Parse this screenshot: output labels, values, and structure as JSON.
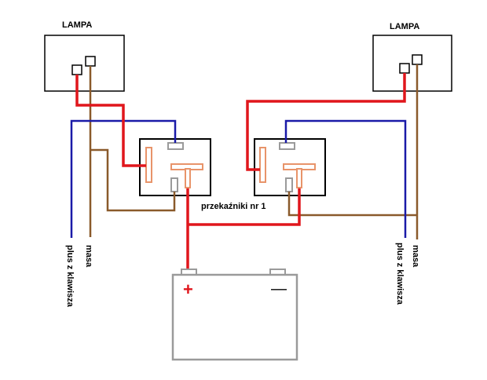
{
  "labels": {
    "lamp_left": "LAMPA",
    "lamp_right": "LAMPA",
    "relays": "przekaźniki nr 1",
    "plus_left": "plus z klawisza",
    "masa_left": "masa",
    "plus_right": "plus z klawisza",
    "masa_right": "masa",
    "battery_plus": "+",
    "battery_minus": "—"
  },
  "colors": {
    "wire_power": "#e0161c",
    "wire_control": "#1a1aa8",
    "wire_ground": "#8a5a2b",
    "relay_coil": "#e8946a",
    "relay_contact": "#9a9a9a",
    "battery_outline": "#9a9a9a"
  }
}
